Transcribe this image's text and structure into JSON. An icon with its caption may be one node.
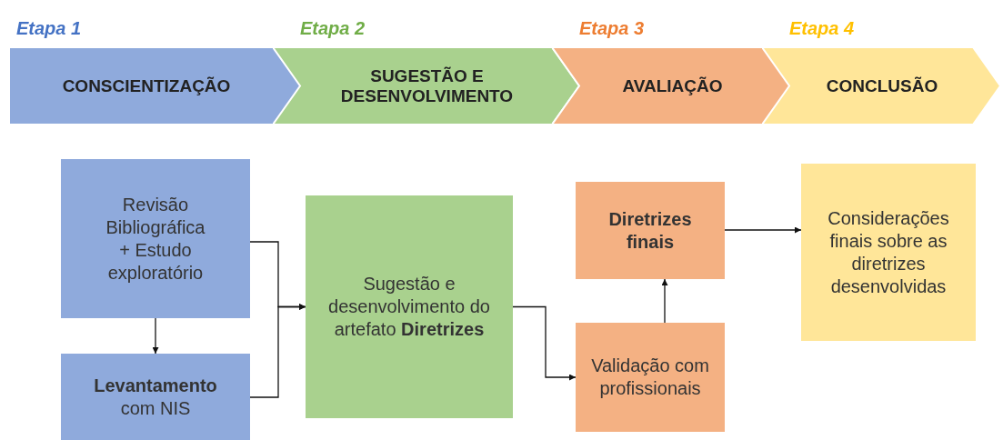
{
  "diagram": {
    "nodes": [
      {
        "text": [
          "Etapa 1",
          "CONSCIENTIZAÇÃO"
        ]
      },
      {
        "text": [
          "Etapa 2",
          "SUGESTÃO E DESENVOLVIMENTO"
        ]
      },
      {
        "text": [
          "Etapa 3",
          "AVALIAÇÃO"
        ]
      },
      {
        "text": [
          "Etapa 4",
          "CONCLUSÃO"
        ]
      },
      {
        "text": [
          "Revisão Bibliográfica + Estudo exploratório"
        ]
      },
      {
        "text": [
          "**Levantamento** com NIS"
        ]
      },
      {
        "text": [
          "Sugestão e desenvolvimento do artefato **Diretrizes**"
        ]
      },
      {
        "text": [
          "Validação com profissionais"
        ]
      },
      {
        "text": [
          "Diretrizes finais"
        ]
      },
      {
        "text": [
          "Considerações finais sobre as diretrizes desenvolvidas"
        ]
      }
    ],
    "edges": [
      {
        "from": 4,
        "to": 5,
        "arrow": "to"
      },
      {
        "from": 4,
        "to": 6,
        "arrow": "to"
      },
      {
        "from": 5,
        "to": 6,
        "arrow": "to"
      },
      {
        "from": 6,
        "to": 7,
        "arrow": "to"
      },
      {
        "from": 7,
        "to": 8,
        "arrow": "to"
      },
      {
        "from": 8,
        "to": 9,
        "arrow": "to"
      }
    ]
  }
}
